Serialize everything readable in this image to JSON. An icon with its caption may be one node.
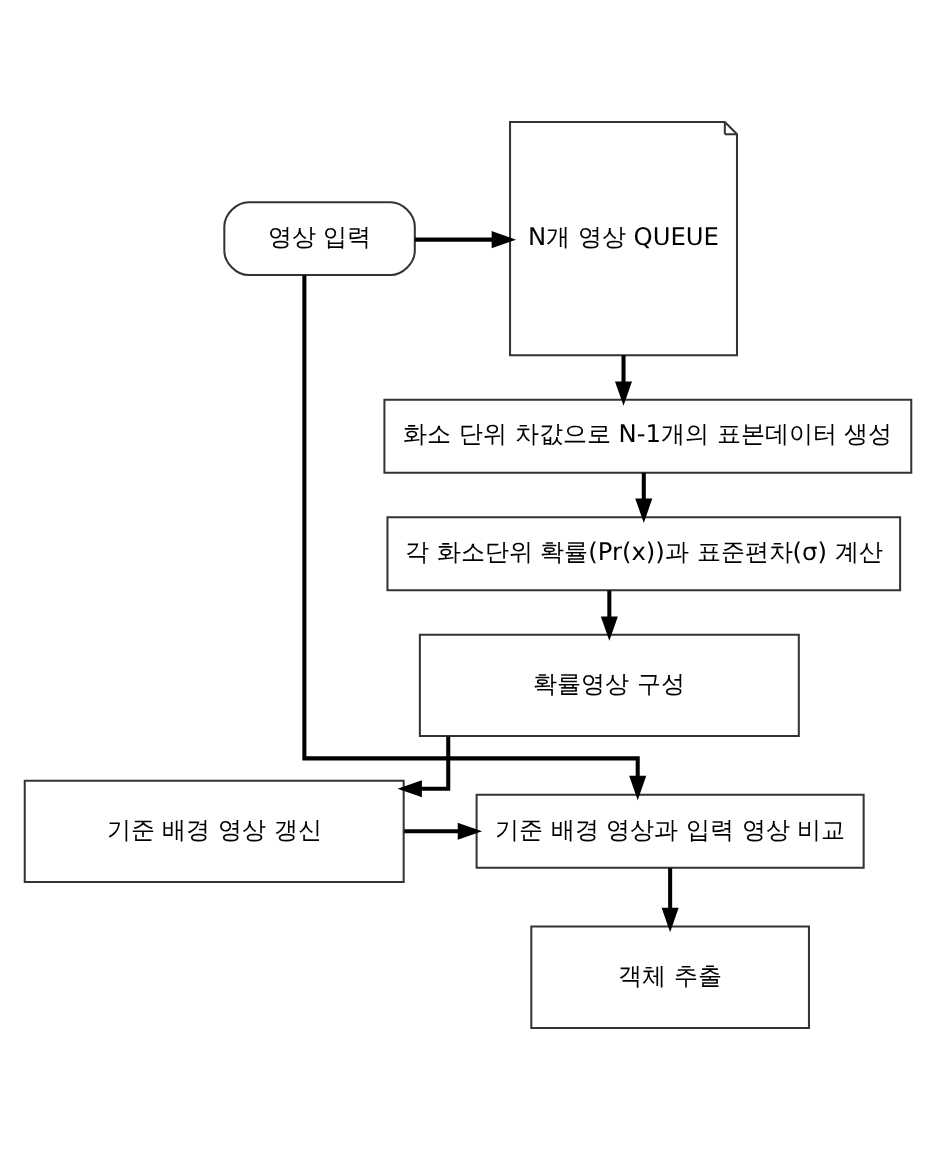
{
  "diagram": {
    "nodes": [
      {
        "text": [
          "영상 입력"
        ]
      },
      {
        "text": [
          "N개 영상 QUEUE"
        ]
      },
      {
        "text": [
          "화소 단위 차값으로 N-1개의 표본데이터 생성"
        ]
      },
      {
        "text": [
          "각 화소단위 확률(Pr(x))과 표준편차(σ) 계산"
        ]
      },
      {
        "text": [
          "확률영상 구성"
        ]
      },
      {
        "text": [
          "기준 배경 영상 갱신"
        ]
      },
      {
        "text": [
          "기준 배경 영상과 입력 영상 비교"
        ]
      },
      {
        "text": [
          "객체 추출"
        ]
      }
    ],
    "edges": [
      {
        "from": 0,
        "to": 1,
        "arrow": "to"
      },
      {
        "from": 0,
        "to": 6,
        "arrow": "to"
      },
      {
        "from": 1,
        "to": 2,
        "arrow": "to"
      },
      {
        "from": 2,
        "to": 3,
        "arrow": "to"
      },
      {
        "from": 3,
        "to": 4,
        "arrow": "to"
      },
      {
        "from": 4,
        "to": 5,
        "arrow": "to"
      },
      {
        "from": 5,
        "to": 6,
        "arrow": "to"
      },
      {
        "from": 6,
        "to": 7,
        "arrow": "to"
      }
    ]
  }
}
